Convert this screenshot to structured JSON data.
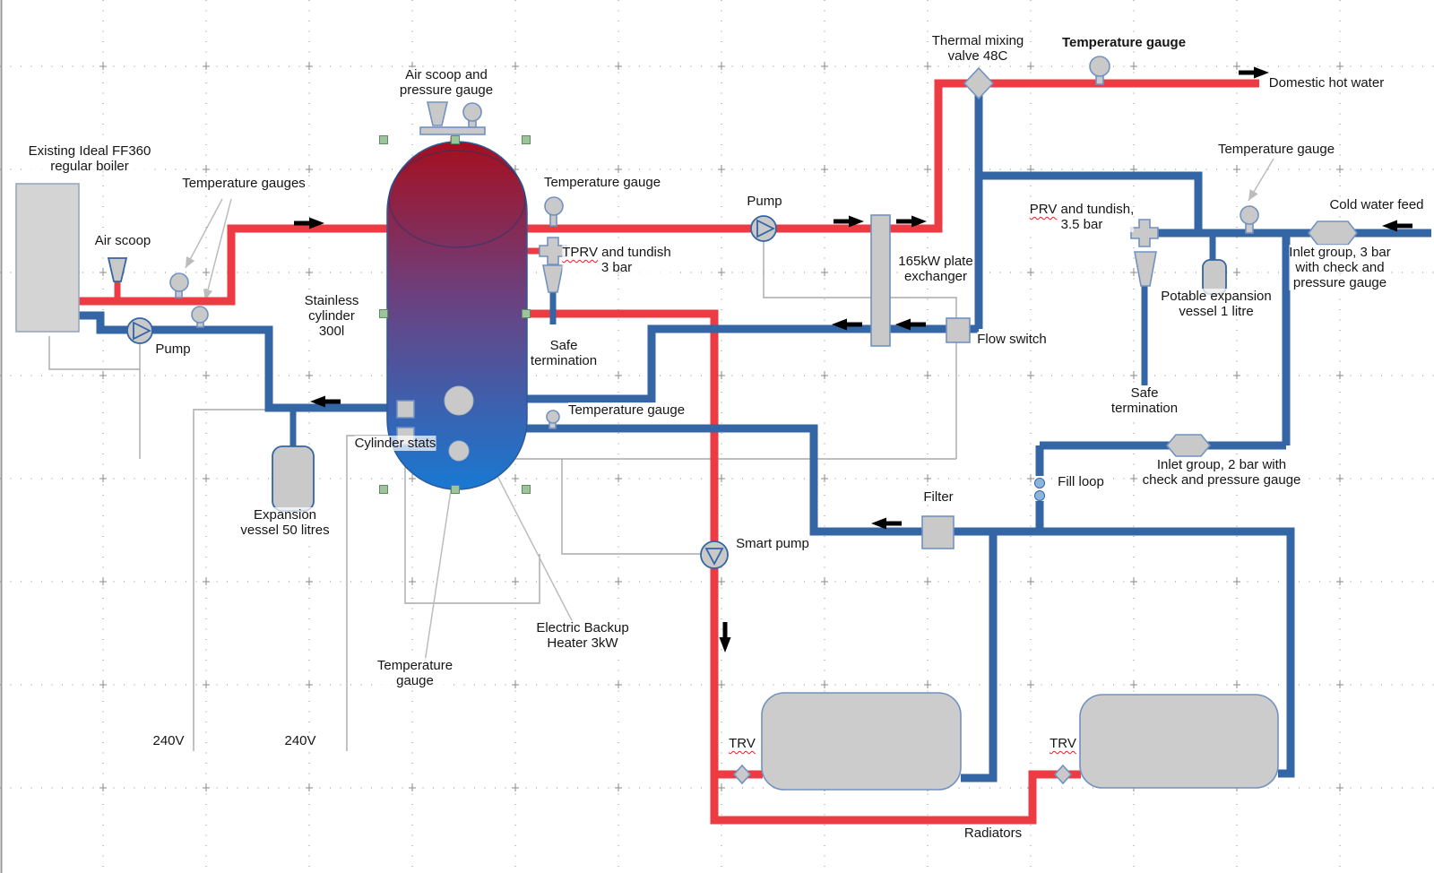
{
  "colors": {
    "pipe_hot": "#ed3b43",
    "pipe_cold": "#3465a4",
    "component_fill": "#c9c9c9",
    "component_stroke": "#7191c1",
    "radiator_fill": "#cccccc",
    "wire": "#a9a9a9",
    "leader": "#bcbcbc",
    "arrow": "#000000",
    "spellcheck": "#e02020",
    "selection_handle": "#9dc49d",
    "grid_dot": "#8a8a8a",
    "canvas_edge": "#9a9a9a",
    "cylinder_top": "#a50f1f",
    "cylinder_mid": "#6b4180",
    "cylinder_bottom": "#1879d2"
  },
  "labels": {
    "boiler": "Existing Ideal FF360\nregular boiler",
    "temp_gauges": "Temperature gauges",
    "air_scoop": "Air scoop",
    "pump_boiler": "Pump",
    "cylinder": "Stainless\ncylinder\n300l",
    "air_scoop_pressure": "Air scoop and\npressure gauge",
    "temp_gauge_top": "Temperature gauge",
    "tprv_word": "TPRV",
    "tprv_rest": " and tundish\n3 bar",
    "safe_term_left": "Safe\ntermination",
    "temp_gauge_mid": "Temperature gauge",
    "cylinder_stats": "Cylinder stats",
    "expansion_vessel": "Expansion\nvessel 50 litres",
    "temp_gauge_lower": "Temperature\ngauge",
    "electric_heater": "Electric Backup\nHeater 3kW",
    "v240_a": "240V",
    "v240_b": "240V",
    "pump_primary": "Pump",
    "plate_exchanger": "165kW plate\nexchanger",
    "flow_switch": "Flow switch",
    "mixing_valve": "Thermal mixing\nvalve 48C",
    "temp_gauge_dhw": "Temperature gauge",
    "domestic_hot_water": "Domestic hot water",
    "temp_gauge_cold": "Temperature gauge",
    "cold_water_feed": "Cold water feed",
    "prv_word": "PRV",
    "prv_rest": " and tundish,\n3.5 bar",
    "potable_vessel": "Potable expansion\nvessel 1 litre",
    "inlet_3bar": "Inlet group, 3 bar\nwith check and\npressure gauge",
    "safe_term_right": "Safe\ntermination",
    "inlet_2bar": "Inlet group, 2 bar with\ncheck and pressure gauge",
    "fill_loop": "Fill loop",
    "filter": "Filter",
    "smart_pump": "Smart pump",
    "trv_a": "TRV",
    "trv_b": "TRV",
    "radiators": "Radiators"
  }
}
